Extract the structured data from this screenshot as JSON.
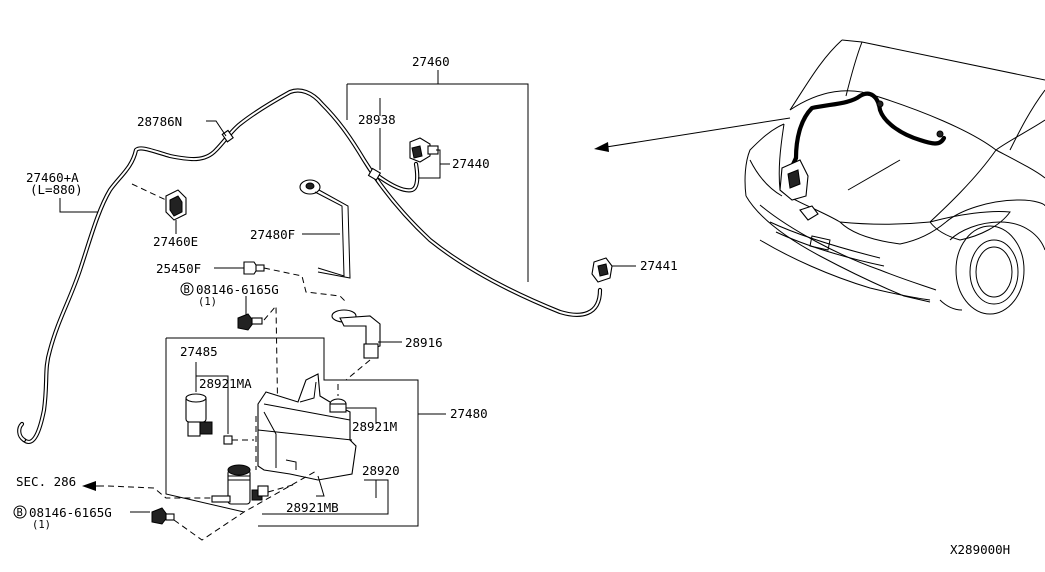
{
  "labels": {
    "p27460": "27460",
    "p28938": "28938",
    "p28786n": "28786N",
    "p27440": "27440",
    "p27460a": "27460+A",
    "p27460a_len": "(L=880)",
    "p27460e": "27460E",
    "p27480f": "27480F",
    "p25450f": "25450F",
    "p27441": "27441",
    "bolt_upper": "08146-6165G",
    "bolt_upper_qty": "(1)",
    "p28916": "28916",
    "p27485": "27485",
    "p28921ma": "28921MA",
    "p27480": "27480",
    "p28921m": "28921M",
    "p28920": "28920",
    "p28921mb": "28921MB",
    "sec286": "SEC. 286",
    "bolt_lower": "08146-6165G",
    "bolt_lower_qty": "(1)",
    "bolt_marker": "B",
    "diagram_id": "X289000H"
  },
  "icons": [
    "washer-hose-icon",
    "washer-nozzle-icon",
    "washer-tank-icon",
    "washer-pump-icon",
    "bolt-icon",
    "clip-icon",
    "filler-neck-icon",
    "vehicle-front-icon",
    "arrow-icon"
  ]
}
